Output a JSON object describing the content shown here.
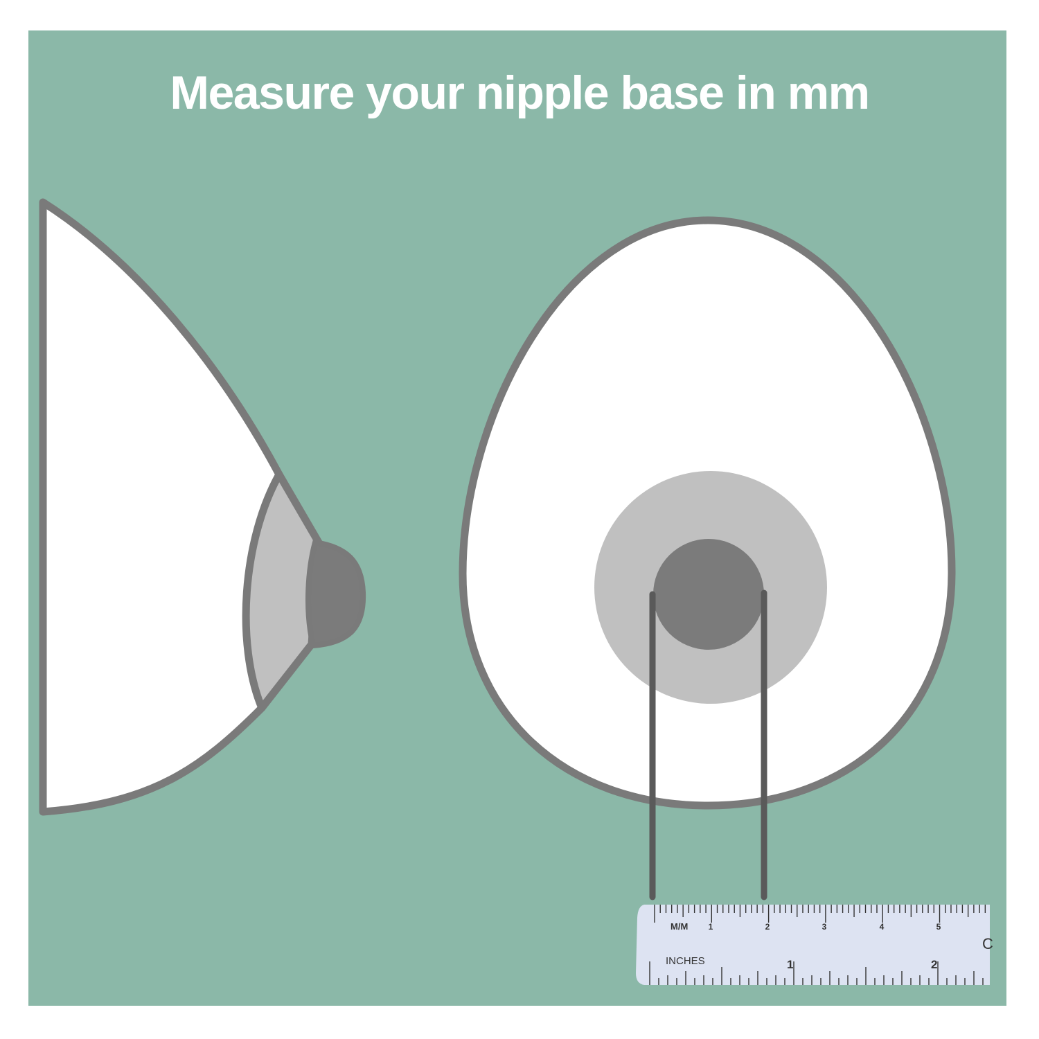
{
  "title": "Measure your nipple base in mm",
  "colors": {
    "background": "#8bb8a8",
    "outline": "#7a7a7a",
    "skin": "#ffffff",
    "areola": "#c0c0c0",
    "nipple": "#7b7b7b",
    "measure_line": "#5a5a5a",
    "ruler": "#dde3f2"
  },
  "ruler": {
    "metric_label": "M/M",
    "metric_numbers": [
      "1",
      "2",
      "3",
      "4",
      "5"
    ],
    "cut_off_glyph": "C",
    "imperial_label": "INCHES",
    "imperial_numbers": [
      "1",
      "2"
    ]
  }
}
